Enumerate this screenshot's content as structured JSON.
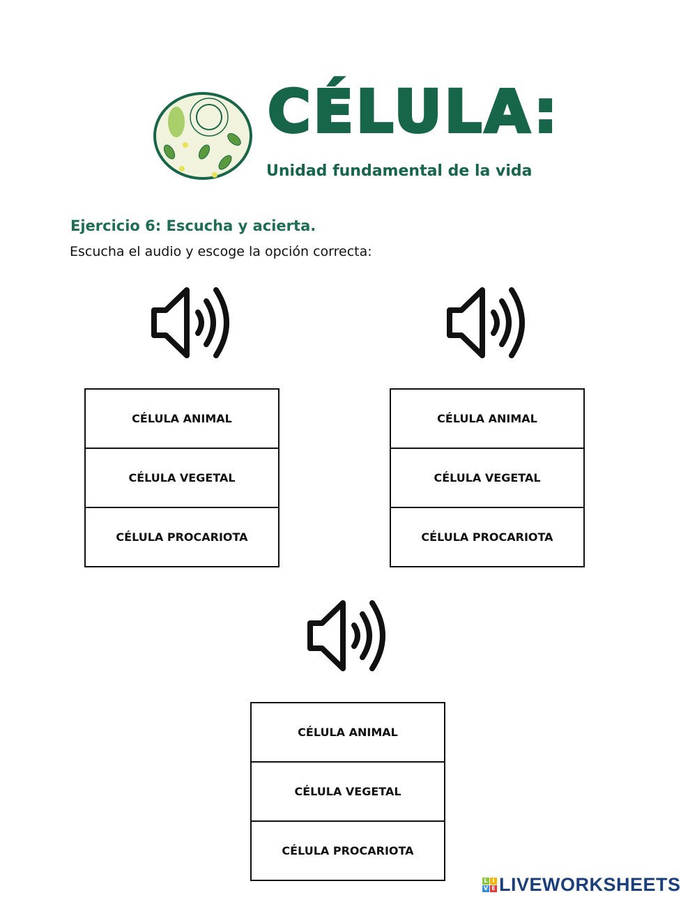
{
  "header": {
    "title": "CÉLULA:",
    "subtitle": "Unidad fundamental de la vida"
  },
  "exercise": {
    "title": "Ejercicio 6: Escucha y acierta.",
    "instruction": "Escucha el audio y escoge la opción correcta:"
  },
  "questions": [
    {
      "options": [
        "CÉLULA ANIMAL",
        "CÉLULA VEGETAL",
        "CÉLULA PROCARIOTA"
      ]
    },
    {
      "options": [
        "CÉLULA ANIMAL",
        "CÉLULA VEGETAL",
        "CÉLULA PROCARIOTA"
      ]
    },
    {
      "options": [
        "CÉLULA ANIMAL",
        "CÉLULA VEGETAL",
        "CÉLULA PROCARIOTA"
      ]
    }
  ],
  "brand": {
    "name": "LIVEWORKSHEETS",
    "logo_letters": [
      "L",
      "I",
      "V",
      "E"
    ]
  },
  "colors": {
    "primary": "#17664a",
    "brand": "#1b3f7a"
  }
}
